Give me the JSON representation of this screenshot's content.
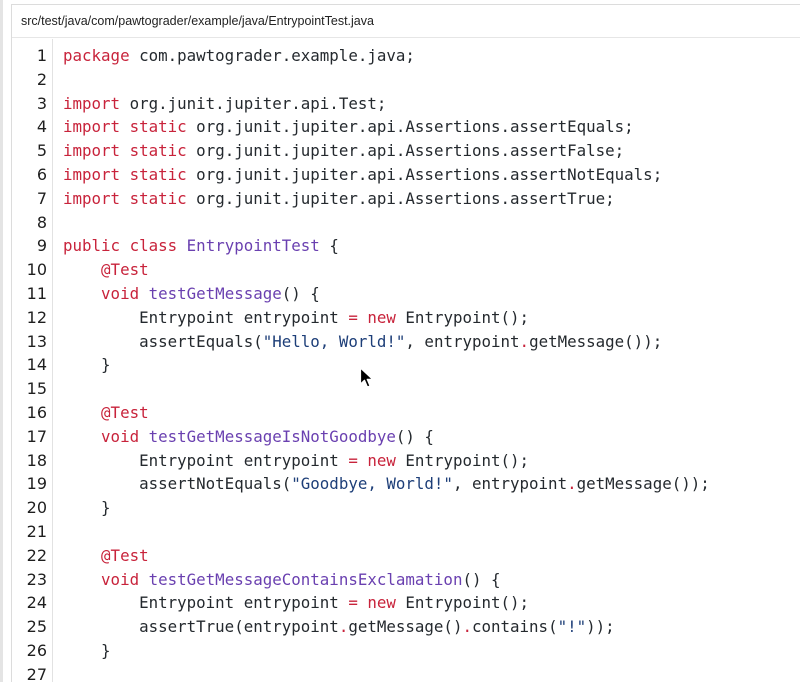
{
  "file_header": {
    "path": "src/test/java/com/pawtograder/example/java/EntrypointTest.java"
  },
  "colors": {
    "keyword": "#c8233b",
    "declaration_name": "#6a40b0",
    "string": "#1d3e78",
    "operator": "#c8233b",
    "plain": "#24292e",
    "line_number": "#1f1f1f"
  },
  "lines": [
    {
      "n": "1",
      "tokens": [
        {
          "t": "kw",
          "v": "package"
        },
        {
          "t": "plain",
          "v": " com.pawtograder.example.java;"
        }
      ]
    },
    {
      "n": "2",
      "tokens": []
    },
    {
      "n": "3",
      "tokens": [
        {
          "t": "kw",
          "v": "import"
        },
        {
          "t": "plain",
          "v": " org.junit.jupiter.api.Test;"
        }
      ]
    },
    {
      "n": "4",
      "tokens": [
        {
          "t": "kw",
          "v": "import"
        },
        {
          "t": "plain",
          "v": " "
        },
        {
          "t": "kw",
          "v": "static"
        },
        {
          "t": "plain",
          "v": " org.junit.jupiter.api.Assertions.assertEquals;"
        }
      ]
    },
    {
      "n": "5",
      "tokens": [
        {
          "t": "kw",
          "v": "import"
        },
        {
          "t": "plain",
          "v": " "
        },
        {
          "t": "kw",
          "v": "static"
        },
        {
          "t": "plain",
          "v": " org.junit.jupiter.api.Assertions.assertFalse;"
        }
      ]
    },
    {
      "n": "6",
      "tokens": [
        {
          "t": "kw",
          "v": "import"
        },
        {
          "t": "plain",
          "v": " "
        },
        {
          "t": "kw",
          "v": "static"
        },
        {
          "t": "plain",
          "v": " org.junit.jupiter.api.Assertions.assertNotEquals;"
        }
      ]
    },
    {
      "n": "7",
      "tokens": [
        {
          "t": "kw",
          "v": "import"
        },
        {
          "t": "plain",
          "v": " "
        },
        {
          "t": "kw",
          "v": "static"
        },
        {
          "t": "plain",
          "v": " org.junit.jupiter.api.Assertions.assertTrue;"
        }
      ]
    },
    {
      "n": "8",
      "tokens": []
    },
    {
      "n": "9",
      "tokens": [
        {
          "t": "kw",
          "v": "public"
        },
        {
          "t": "plain",
          "v": " "
        },
        {
          "t": "kw",
          "v": "class"
        },
        {
          "t": "plain",
          "v": " "
        },
        {
          "t": "name",
          "v": "EntrypointTest"
        },
        {
          "t": "plain",
          "v": " {"
        }
      ]
    },
    {
      "n": "10",
      "tokens": [
        {
          "t": "plain",
          "v": "    "
        },
        {
          "t": "kw",
          "v": "@Test"
        }
      ]
    },
    {
      "n": "11",
      "tokens": [
        {
          "t": "plain",
          "v": "    "
        },
        {
          "t": "kw",
          "v": "void"
        },
        {
          "t": "plain",
          "v": " "
        },
        {
          "t": "name",
          "v": "testGetMessage"
        },
        {
          "t": "plain",
          "v": "() {"
        }
      ]
    },
    {
      "n": "12",
      "tokens": [
        {
          "t": "plain",
          "v": "        Entrypoint entrypoint "
        },
        {
          "t": "op",
          "v": "="
        },
        {
          "t": "plain",
          "v": " "
        },
        {
          "t": "kw",
          "v": "new"
        },
        {
          "t": "plain",
          "v": " Entrypoint();"
        }
      ]
    },
    {
      "n": "13",
      "tokens": [
        {
          "t": "plain",
          "v": "        assertEquals("
        },
        {
          "t": "str",
          "v": "\"Hello, World!\""
        },
        {
          "t": "plain",
          "v": ", entrypoint"
        },
        {
          "t": "op",
          "v": "."
        },
        {
          "t": "plain",
          "v": "getMessage());"
        }
      ]
    },
    {
      "n": "14",
      "tokens": [
        {
          "t": "plain",
          "v": "    }"
        }
      ]
    },
    {
      "n": "15",
      "tokens": []
    },
    {
      "n": "16",
      "tokens": [
        {
          "t": "plain",
          "v": "    "
        },
        {
          "t": "kw",
          "v": "@Test"
        }
      ]
    },
    {
      "n": "17",
      "tokens": [
        {
          "t": "plain",
          "v": "    "
        },
        {
          "t": "kw",
          "v": "void"
        },
        {
          "t": "plain",
          "v": " "
        },
        {
          "t": "name",
          "v": "testGetMessageIsNotGoodbye"
        },
        {
          "t": "plain",
          "v": "() {"
        }
      ]
    },
    {
      "n": "18",
      "tokens": [
        {
          "t": "plain",
          "v": "        Entrypoint entrypoint "
        },
        {
          "t": "op",
          "v": "="
        },
        {
          "t": "plain",
          "v": " "
        },
        {
          "t": "kw",
          "v": "new"
        },
        {
          "t": "plain",
          "v": " Entrypoint();"
        }
      ]
    },
    {
      "n": "19",
      "tokens": [
        {
          "t": "plain",
          "v": "        assertNotEquals("
        },
        {
          "t": "str",
          "v": "\"Goodbye, World!\""
        },
        {
          "t": "plain",
          "v": ", entrypoint"
        },
        {
          "t": "op",
          "v": "."
        },
        {
          "t": "plain",
          "v": "getMessage());"
        }
      ]
    },
    {
      "n": "20",
      "tokens": [
        {
          "t": "plain",
          "v": "    }"
        }
      ]
    },
    {
      "n": "21",
      "tokens": []
    },
    {
      "n": "22",
      "tokens": [
        {
          "t": "plain",
          "v": "    "
        },
        {
          "t": "kw",
          "v": "@Test"
        }
      ]
    },
    {
      "n": "23",
      "tokens": [
        {
          "t": "plain",
          "v": "    "
        },
        {
          "t": "kw",
          "v": "void"
        },
        {
          "t": "plain",
          "v": " "
        },
        {
          "t": "name",
          "v": "testGetMessageContainsExclamation"
        },
        {
          "t": "plain",
          "v": "() {"
        }
      ]
    },
    {
      "n": "24",
      "tokens": [
        {
          "t": "plain",
          "v": "        Entrypoint entrypoint "
        },
        {
          "t": "op",
          "v": "="
        },
        {
          "t": "plain",
          "v": " "
        },
        {
          "t": "kw",
          "v": "new"
        },
        {
          "t": "plain",
          "v": " Entrypoint();"
        }
      ]
    },
    {
      "n": "25",
      "tokens": [
        {
          "t": "plain",
          "v": "        assertTrue(entrypoint"
        },
        {
          "t": "op",
          "v": "."
        },
        {
          "t": "plain",
          "v": "getMessage()"
        },
        {
          "t": "op",
          "v": "."
        },
        {
          "t": "plain",
          "v": "contains("
        },
        {
          "t": "str",
          "v": "\"!\""
        },
        {
          "t": "plain",
          "v": "));"
        }
      ]
    },
    {
      "n": "26",
      "tokens": [
        {
          "t": "plain",
          "v": "    }"
        }
      ]
    },
    {
      "n": "27",
      "tokens": []
    }
  ],
  "mouse_cursor": {
    "icon": "arrow-pointer-icon"
  }
}
